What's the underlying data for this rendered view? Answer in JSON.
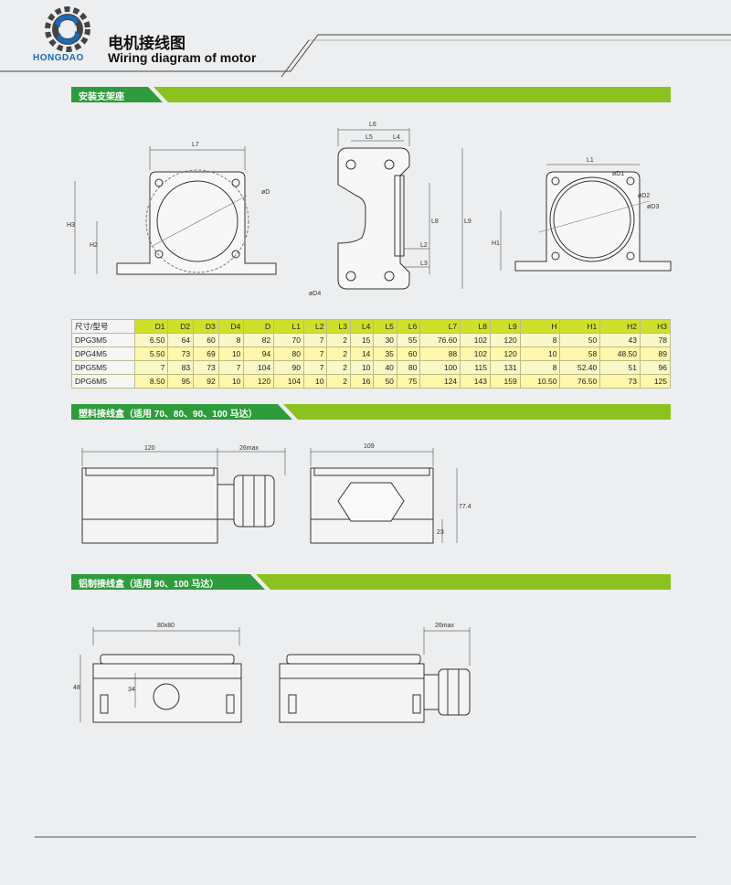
{
  "header": {
    "brand": "HONGDAO",
    "title_cn": "电机接线图",
    "title_en": "Wiring diagram of motor"
  },
  "sections": {
    "mount": "安装支架座",
    "plastic": "塑料接线盒（适用 70、80、90、100 马达）",
    "aluminum": "铝制接线盒（适用 90、100 马达）"
  },
  "labels": {
    "mount_front": [
      "L7",
      "H3",
      "H2",
      "øD"
    ],
    "mount_side": [
      "L6",
      "L5",
      "L4",
      "L8",
      "L9",
      "L2",
      "L3",
      "øD4"
    ],
    "mount_right": [
      "L1",
      "øD1",
      "øD2",
      "øD3",
      "H1"
    ],
    "plastic": [
      "120",
      "26max",
      "109",
      "77.4",
      "23"
    ],
    "aluminum": [
      "80x80",
      "48",
      "34",
      "26max"
    ]
  },
  "table": {
    "headers": [
      "尺寸/型号",
      "D1",
      "D2",
      "D3",
      "D4",
      "D",
      "L1",
      "L2",
      "L3",
      "L4",
      "L5",
      "L6",
      "L7",
      "L8",
      "L9",
      "H",
      "H1",
      "H2",
      "H3"
    ],
    "rows": [
      [
        "DPG3M5",
        "6.50",
        "64",
        "60",
        "8",
        "82",
        "70",
        "7",
        "2",
        "15",
        "30",
        "55",
        "76.60",
        "102",
        "120",
        "8",
        "50",
        "43",
        "78"
      ],
      [
        "DPG4M5",
        "5.50",
        "73",
        "69",
        "10",
        "94",
        "80",
        "7",
        "2",
        "14",
        "35",
        "60",
        "88",
        "102",
        "120",
        "10",
        "58",
        "48.50",
        "89"
      ],
      [
        "DPG5M5",
        "7",
        "83",
        "73",
        "7",
        "104",
        "90",
        "7",
        "2",
        "10",
        "40",
        "80",
        "100",
        "115",
        "131",
        "8",
        "52.40",
        "51",
        "96"
      ],
      [
        "DPG6M5",
        "8.50",
        "95",
        "92",
        "10",
        "120",
        "104",
        "10",
        "2",
        "16",
        "50",
        "75",
        "124",
        "143",
        "159",
        "10.50",
        "76.50",
        "73",
        "125"
      ]
    ]
  },
  "colors": {
    "banner_green": "#8cc21f",
    "banner_dark": "#2e9c3c",
    "header_yellow_green": "#cfe02b",
    "brand_blue": "#1d69b4"
  },
  "icons": {
    "logo": "gear-logo-icon"
  }
}
